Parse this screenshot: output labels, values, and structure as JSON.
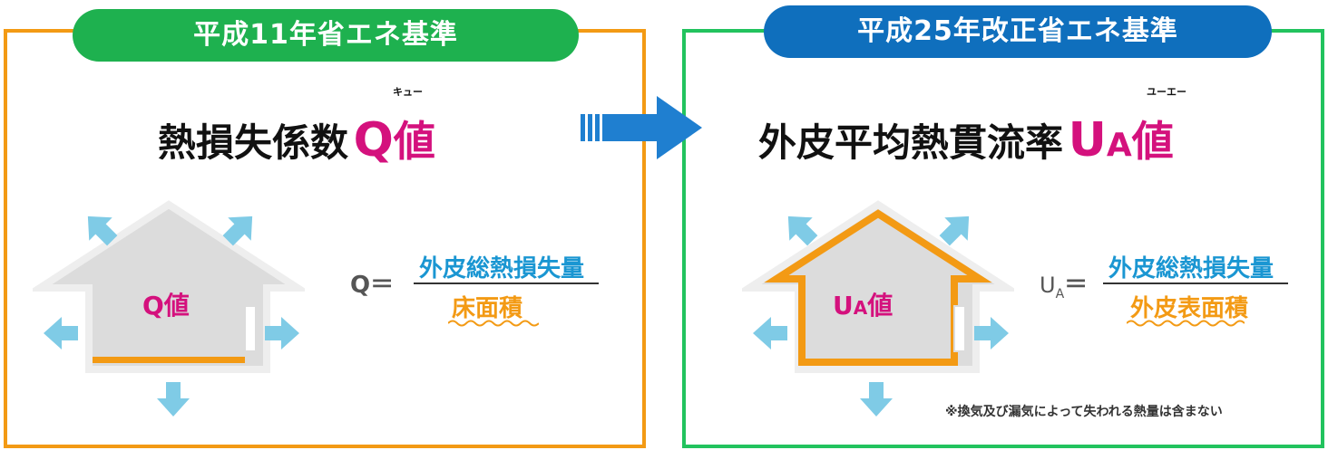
{
  "left": {
    "badge": "平成11年省エネ基準",
    "heading": "熱損失係数",
    "symbol": "Q",
    "value_char": "値",
    "ruby": "キュー",
    "house_label": "Q値",
    "formula": {
      "lhs": "Q＝",
      "numerator": "外皮総熱損失量",
      "denominator": "床面積"
    }
  },
  "right": {
    "badge": "平成25年改正省エネ基準",
    "heading": "外皮平均熱貫流率",
    "symbol": "U",
    "symbol_sub": "A",
    "value_char": "値",
    "ruby": "ユーエー",
    "house_label_main": "U",
    "house_label_sub": "A",
    "house_label_val": "値",
    "formula": {
      "lhs_main": "U",
      "lhs_sub": "A",
      "lhs_eq": "＝",
      "numerator": "外皮総熱損失量",
      "denominator": "外皮表面積"
    },
    "note": "※換気及び漏気によって失われる熱量は含まない"
  },
  "colors": {
    "left_frame": "#f39a14",
    "right_frame": "#22c35e",
    "left_badge": "#1eb14f",
    "right_badge": "#0f6fbd",
    "accent_magenta": "#d4117d",
    "numerator_blue": "#1a96d2",
    "heat_arrow": "#7fcbe6",
    "house_gray": "#dcdcdc"
  },
  "icons": [
    "heat-loss-arrow-icon",
    "transition-arrow-icon"
  ]
}
